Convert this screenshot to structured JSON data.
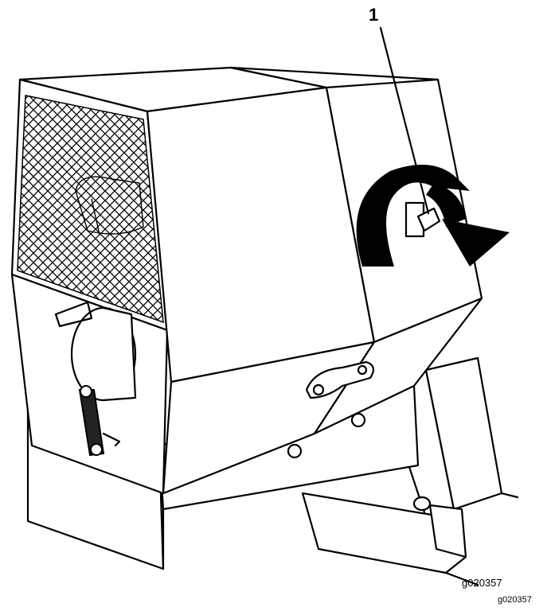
{
  "figure": {
    "callout_number": "1",
    "figure_id": "g020357",
    "figure_id_repeat": "g020357"
  },
  "colors": {
    "line": "#000000",
    "background": "#ffffff"
  },
  "icons": {
    "rotation_arrow": "clockwise-arrow-icon"
  }
}
